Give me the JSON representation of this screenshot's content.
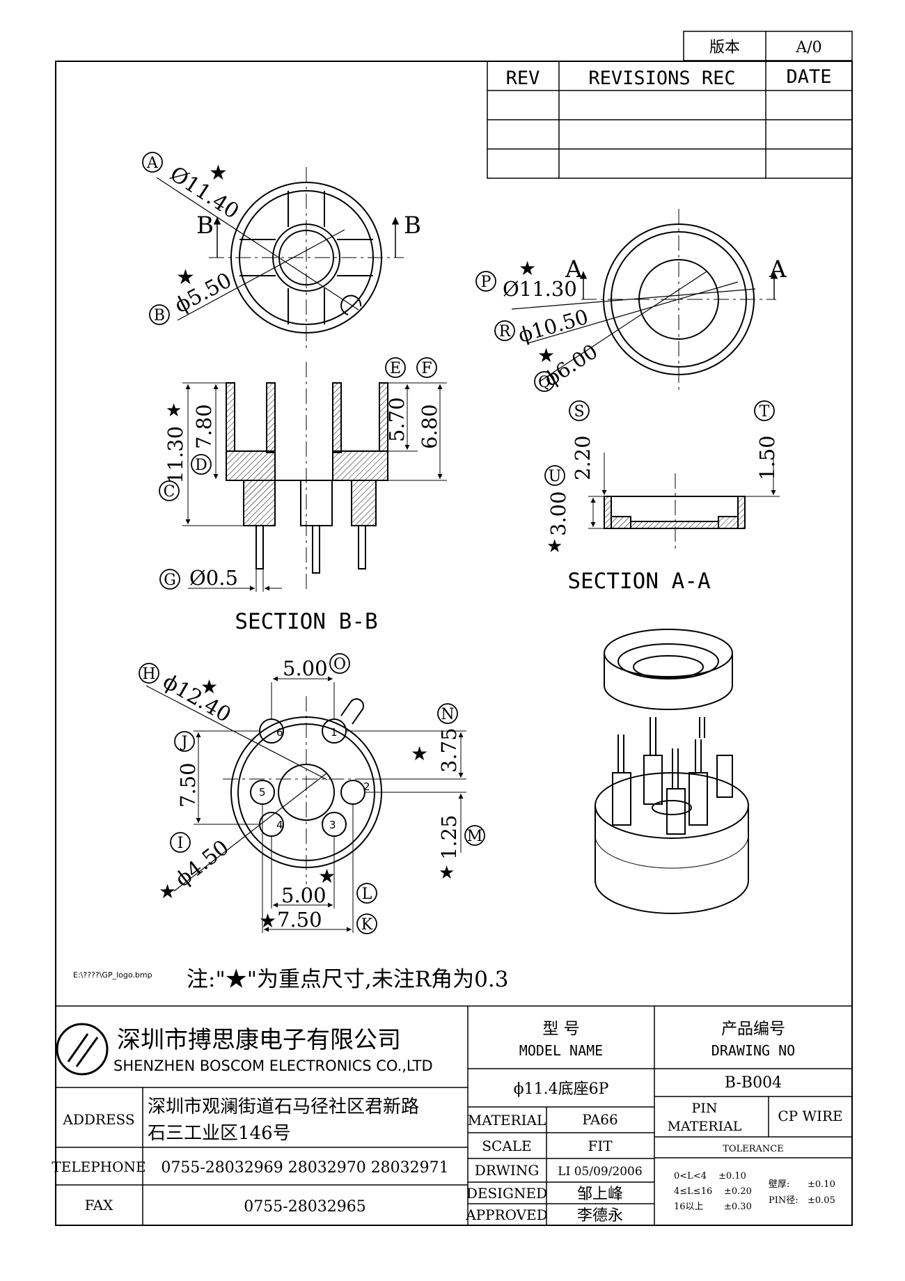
{
  "version": {
    "label": "版本",
    "value": "A/0"
  },
  "revisions": {
    "rev": "REV",
    "rec": "REVISIONS REC",
    "date": "DATE"
  },
  "top_view": {
    "A_dim": "Ø11.40",
    "B_dim": "ϕ5.50",
    "section_cut": "B"
  },
  "cap_top_view": {
    "P_dim": "Ø11.30",
    "R_dim": "ϕ10.50",
    "Q_dim": "ϕ6.00",
    "section_cut": "A"
  },
  "section_bb": {
    "title": "SECTION B-B",
    "C_dim": "11.30",
    "D_dim": "7.80",
    "E_dim": "5.70",
    "F_dim": "6.80",
    "G_dim": "Ø0.5"
  },
  "section_aa": {
    "title": "SECTION A-A",
    "S_dim": "2.20",
    "T_dim": "1.50",
    "U_dim": "3.00"
  },
  "bottom_view": {
    "H_dim": "ϕ12.40",
    "I_dim": "ϕ4.50",
    "J_dim": "7.50",
    "K_dim": "7.50",
    "L_dim": "5.00",
    "M_dim": "1.25",
    "N_dim": "3.75",
    "O_dim": "5.00",
    "pins": [
      "1",
      "2",
      "3",
      "4",
      "5",
      "6"
    ]
  },
  "balloons": [
    "A",
    "B",
    "C",
    "D",
    "E",
    "F",
    "G",
    "H",
    "I",
    "J",
    "K",
    "L",
    "M",
    "N",
    "O",
    "P",
    "Q",
    "R",
    "S",
    "T",
    "U"
  ],
  "star": "★",
  "logo_path": "E:\\????\\GP_logo.bmp",
  "note": "注:\"★\"为重点尺寸,未注R角为0.3",
  "company": {
    "name_cn": "深圳市搏思康电子有限公司",
    "name_en": "SHENZHEN BOSCOM ELECTRONICS CO.,LTD"
  },
  "title_block": {
    "address_label": "ADDRESS",
    "address_line1": "深圳市观澜街道石马径社区君新路",
    "address_line2": "石三工业区146号",
    "telephone_label": "TELEPHONE",
    "telephone": "0755-28032969 28032970 28032971",
    "fax_label": "FAX",
    "fax": "0755-28032965",
    "model_name_cn": "型      号",
    "model_name_en": "MODEL NAME",
    "drawing_no_cn": "产品编号",
    "drawing_no_en": "DRAWING NO",
    "model_value": "ϕ11.4底座6P",
    "drawing_value": "B-B004",
    "material_label": "MATERIAL",
    "material_value": "PA66",
    "scale_label": "SCALE",
    "scale_value": "FIT",
    "drwing_label": "DRWING",
    "drwing_value": "LI 05/09/2006",
    "designed_label": "DESIGNED",
    "designed_value": "邹上峰",
    "approved_label": "APPROVED",
    "approved_value": "李德永",
    "pin_material_label1": "PIN",
    "pin_material_label2": "MATERIAL",
    "pin_material_value": "CP WIRE",
    "tolerance_label": "TOLERANCE",
    "tol_rows": [
      {
        "range": "0<L<4",
        "value": "±0.10"
      },
      {
        "range": "4≤L≤16",
        "value": "±0.20"
      },
      {
        "range": "16以上",
        "value": "±0.30"
      }
    ],
    "tol_wall": {
      "label": "壁厚:",
      "value": "±0.10"
    },
    "tol_pin": {
      "label": "PIN径:",
      "value": "±0.05"
    }
  }
}
